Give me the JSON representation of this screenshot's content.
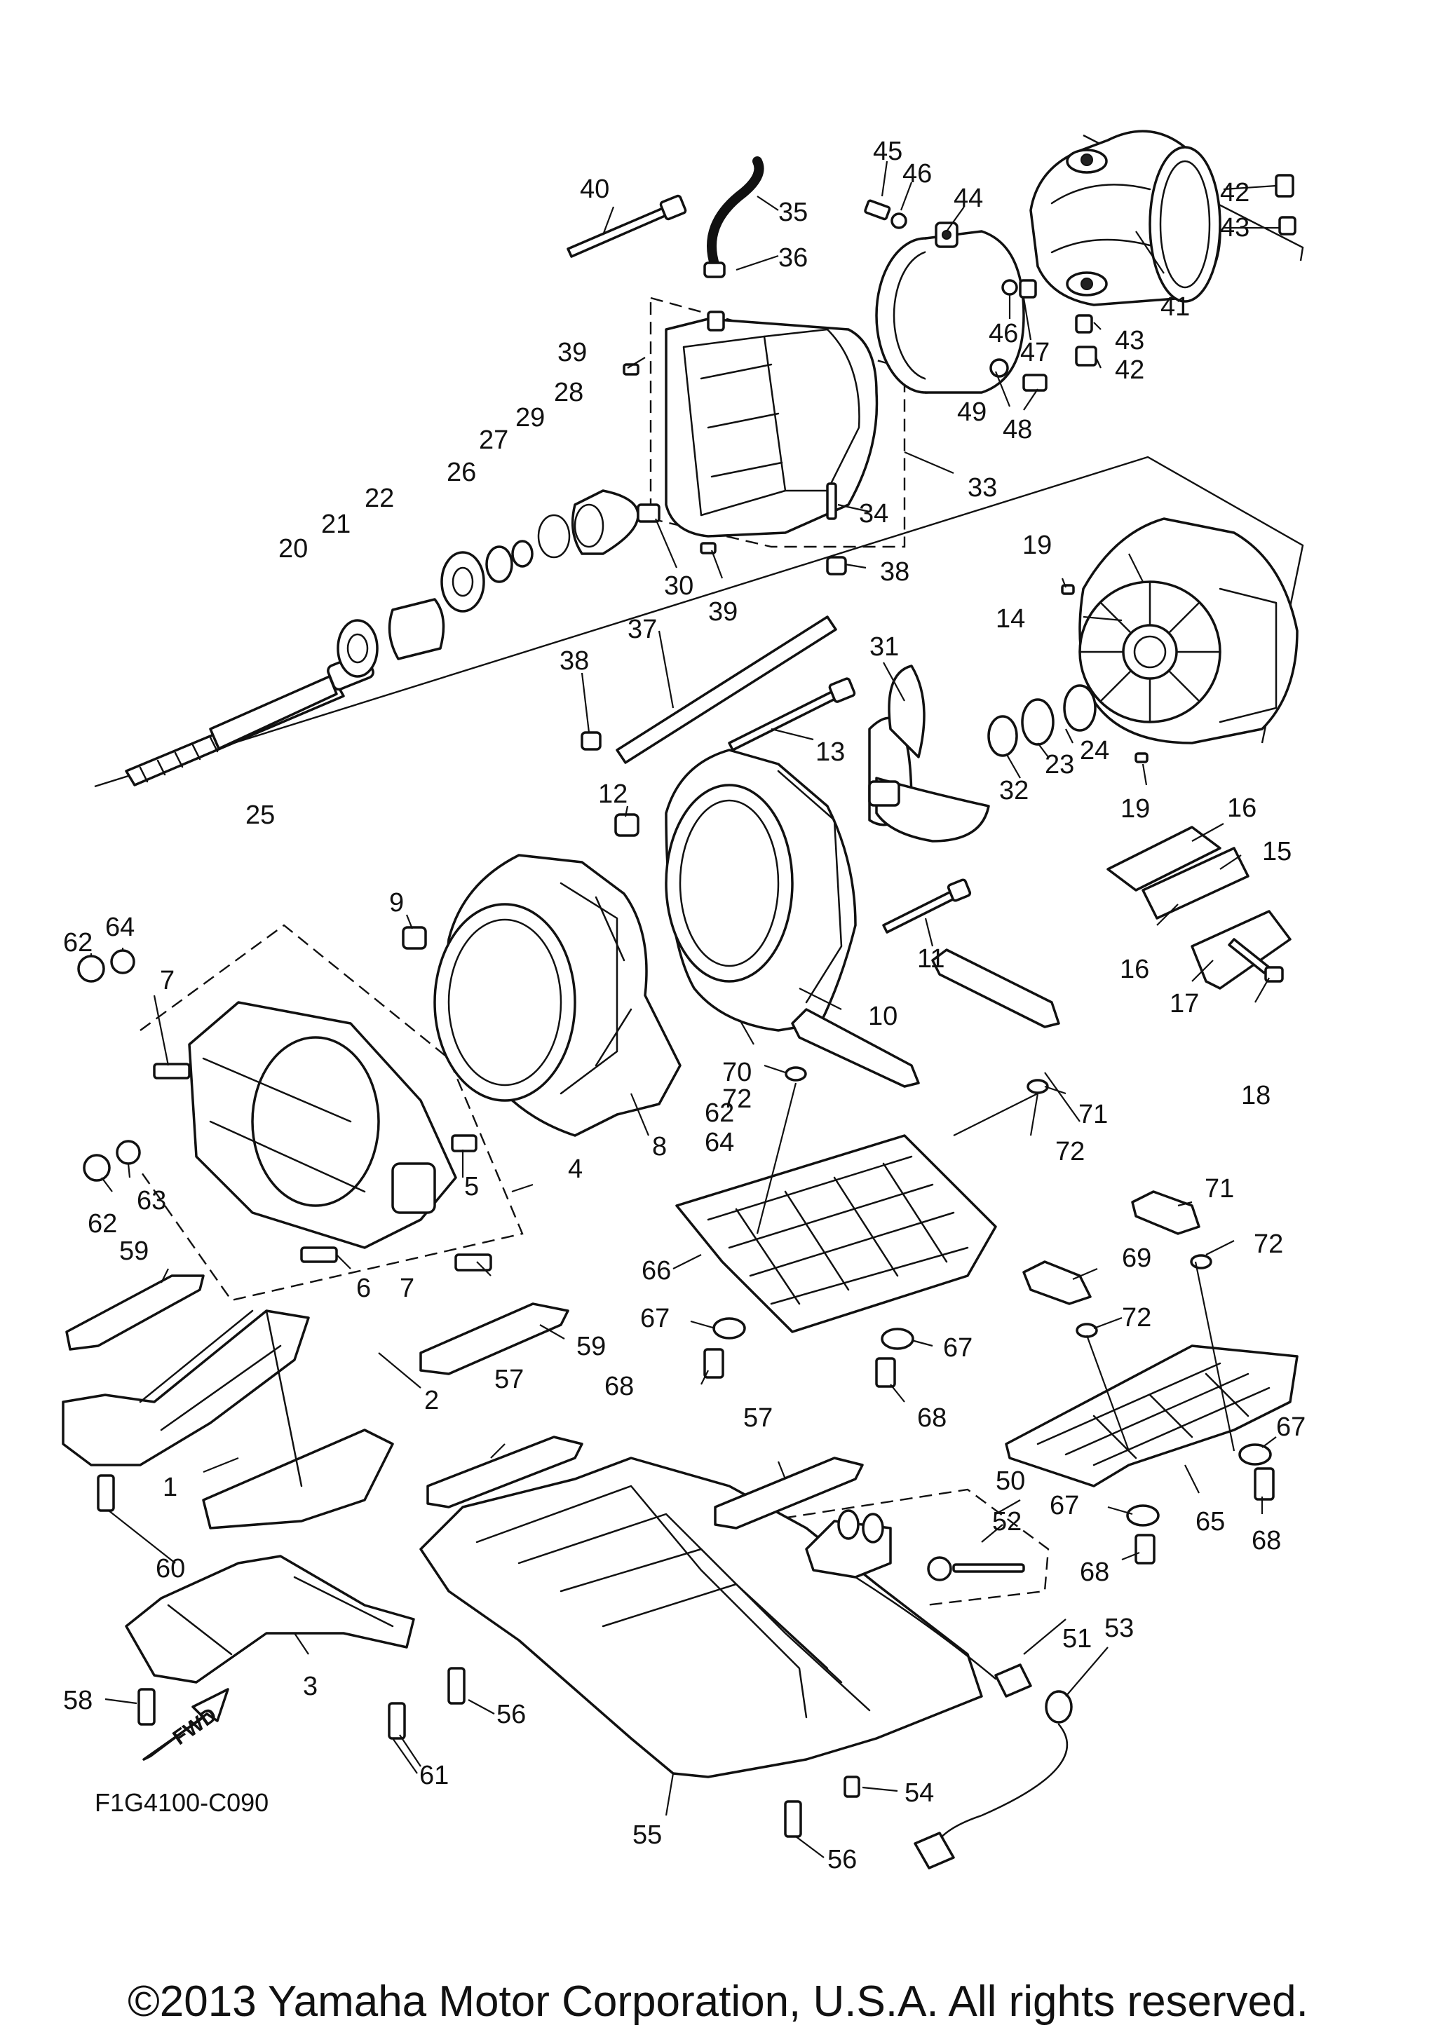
{
  "diagram": {
    "figure_code": "F1G4100-C090",
    "direction_label": "FWD",
    "copyright": "©2013 Yamaha Motor Corporation, U.S.A. All rights reserved.",
    "callouts": [
      "1",
      "2",
      "3",
      "4",
      "5",
      "6",
      "7",
      "7",
      "8",
      "9",
      "10",
      "11",
      "12",
      "13",
      "14",
      "15",
      "16",
      "16",
      "17",
      "18",
      "19",
      "19",
      "20",
      "21",
      "22",
      "23",
      "24",
      "25",
      "26",
      "27",
      "28",
      "29",
      "30",
      "31",
      "32",
      "33",
      "34",
      "35",
      "36",
      "37",
      "38",
      "38",
      "39",
      "39",
      "40",
      "41",
      "42",
      "42",
      "43",
      "43",
      "44",
      "45",
      "46",
      "46",
      "47",
      "48",
      "49",
      "50",
      "51",
      "52",
      "53",
      "54",
      "55",
      "56",
      "56",
      "57",
      "57",
      "58",
      "59",
      "59",
      "60",
      "61",
      "62",
      "62",
      "62",
      "63",
      "64",
      "64",
      "65",
      "66",
      "67",
      "67",
      "67",
      "67",
      "68",
      "68",
      "68",
      "68",
      "69",
      "70",
      "71",
      "71",
      "72",
      "72",
      "72",
      "72"
    ]
  }
}
